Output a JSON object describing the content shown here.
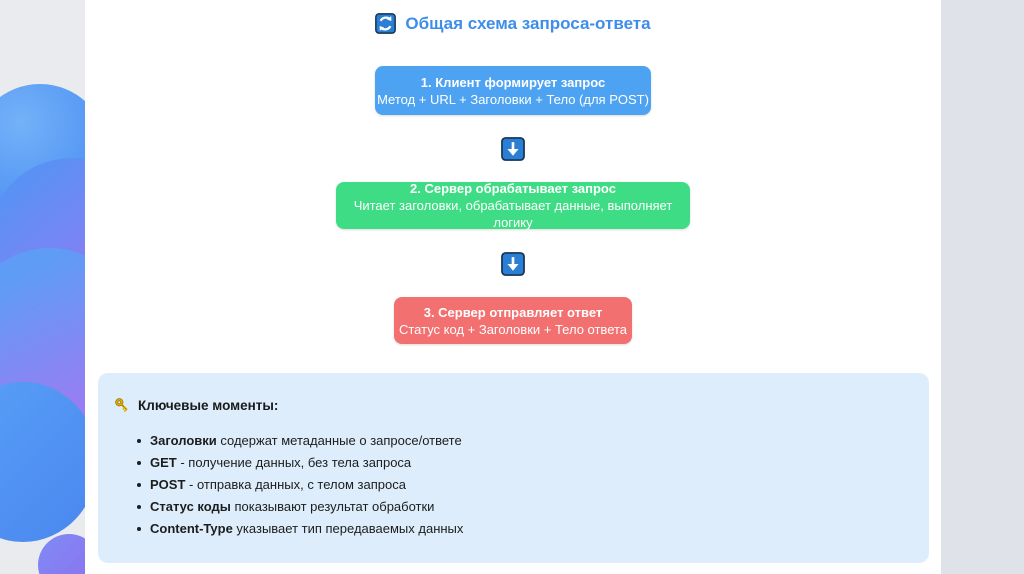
{
  "colors": {
    "title_accent": "#3e8ee9",
    "panel_bg": "#ddedfb",
    "icon_square_blue": "#2a7fd4",
    "key_gold": "#edb200"
  },
  "header": {
    "title": "Общая схема запроса-ответа"
  },
  "flow": {
    "steps": [
      {
        "title": "1. Клиент формирует запрос",
        "subtitle": "Метод + URL + Заголовки + Тело (для POST)",
        "color": "#4da3f2"
      },
      {
        "title": "2. Сервер обрабатывает запрос",
        "subtitle": "Читает заголовки, обрабатывает данные, выполняет логику",
        "color": "#3edc84"
      },
      {
        "title": "3. Сервер отправляет ответ",
        "subtitle": "Статус код + Заголовки + Тело ответа",
        "color": "#f37070"
      }
    ]
  },
  "key_points": {
    "heading": "Ключевые моменты:",
    "items": [
      {
        "term": "Заголовки",
        "text": " содержат метаданные о запросе/ответе"
      },
      {
        "term": "GET",
        "text": " - получение данных, без тела запроса"
      },
      {
        "term": "POST",
        "text": " - отправка данных, с телом запроса"
      },
      {
        "term": "Статус коды",
        "text": " показывают результат обработки"
      },
      {
        "term": "Content-Type",
        "text": " указывает тип передаваемых данных"
      }
    ]
  }
}
